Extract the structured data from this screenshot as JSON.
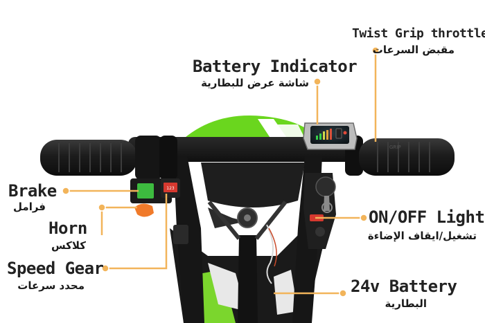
{
  "accent_color": "#F2B45A",
  "labels": {
    "twist_grip": {
      "en": "Twist Grip throttle",
      "ar": "مقبض السرعات"
    },
    "battery_indicator": {
      "en": "Battery Indicator",
      "ar": "شاشة عرض للبطارية"
    },
    "brake": {
      "en": "Brake",
      "ar": "فرامل"
    },
    "horn": {
      "en": "Horn",
      "ar": "كلاكس"
    },
    "speed_gear": {
      "en": "Speed Gear",
      "ar": "محدد سرعات"
    },
    "on_off_light": {
      "en": "ON/OFF Light",
      "ar": "تشغيل/ايقاف الإضاءة"
    },
    "battery_24v": {
      "en": "24v Battery",
      "ar": "البطارية"
    }
  },
  "device_text": {
    "speed_switch": "123",
    "grip_marks": "GRIP"
  }
}
